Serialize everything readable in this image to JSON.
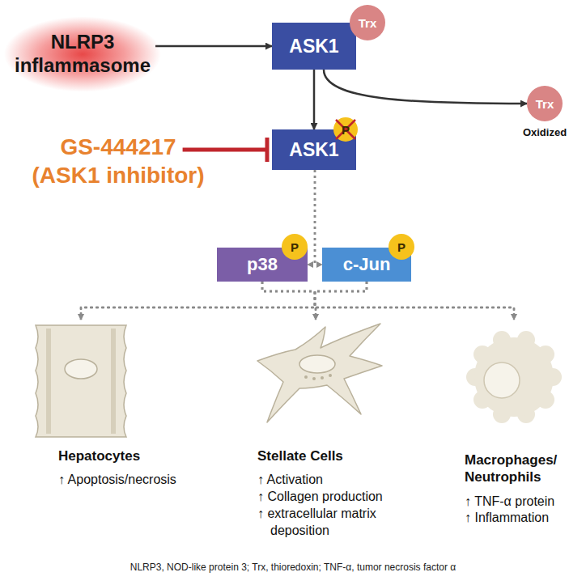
{
  "diagram": {
    "caption": "NLRP3, NOD-like protein 3; Trx, thioredoxin; TNF-α, tumor necrosis factor α",
    "nodes": [
      {
        "text": [
          "NLRP3 inflammasome"
        ]
      },
      {
        "text": [
          "ASK1"
        ]
      },
      {
        "text": [
          "Trx"
        ],
        "in": 1
      },
      {
        "text": [
          "Trx",
          "Oxidized"
        ]
      },
      {
        "text": [
          "GS-444217",
          "(ASK1 inhibitor)"
        ]
      },
      {
        "text": [
          "ASK1"
        ]
      },
      {
        "text": [
          "P"
        ],
        "in": 5
      },
      {
        "text": [
          "p38"
        ]
      },
      {
        "text": [
          "P"
        ],
        "in": 7
      },
      {
        "text": [
          "c-Jun"
        ]
      },
      {
        "text": [
          "P"
        ],
        "in": 9
      },
      {
        "text": [
          "Hepatocytes",
          "↑ Apoptosis/necrosis"
        ]
      },
      {
        "text": [
          "Stellate Cells",
          "↑ Activation",
          "↑ Collagen production",
          "↑ extracellular matrix deposition"
        ]
      },
      {
        "text": [
          "Macrophages/ Neutrophils",
          "↑ TNF-α protein",
          "↑ Inflammation"
        ]
      }
    ],
    "edges": [
      {
        "from": 0,
        "to": 1,
        "arrow": "to"
      },
      {
        "from": 1,
        "to": 5,
        "arrow": "to"
      },
      {
        "from": 1,
        "to": 3,
        "arrow": "to"
      },
      {
        "from": 4,
        "to": 5,
        "arrow": "none"
      },
      {
        "from": 5,
        "to": 7,
        "arrow": "to"
      },
      {
        "from": 5,
        "to": 9,
        "arrow": "to"
      },
      {
        "from": 7,
        "to": 11,
        "arrow": "to"
      },
      {
        "from": 7,
        "to": 12,
        "arrow": "to"
      },
      {
        "from": 7,
        "to": 13,
        "arrow": "to"
      },
      {
        "from": 9,
        "to": 11,
        "arrow": "to"
      },
      {
        "from": 9,
        "to": 12,
        "arrow": "to"
      },
      {
        "from": 9,
        "to": 13,
        "arrow": "to"
      }
    ]
  }
}
